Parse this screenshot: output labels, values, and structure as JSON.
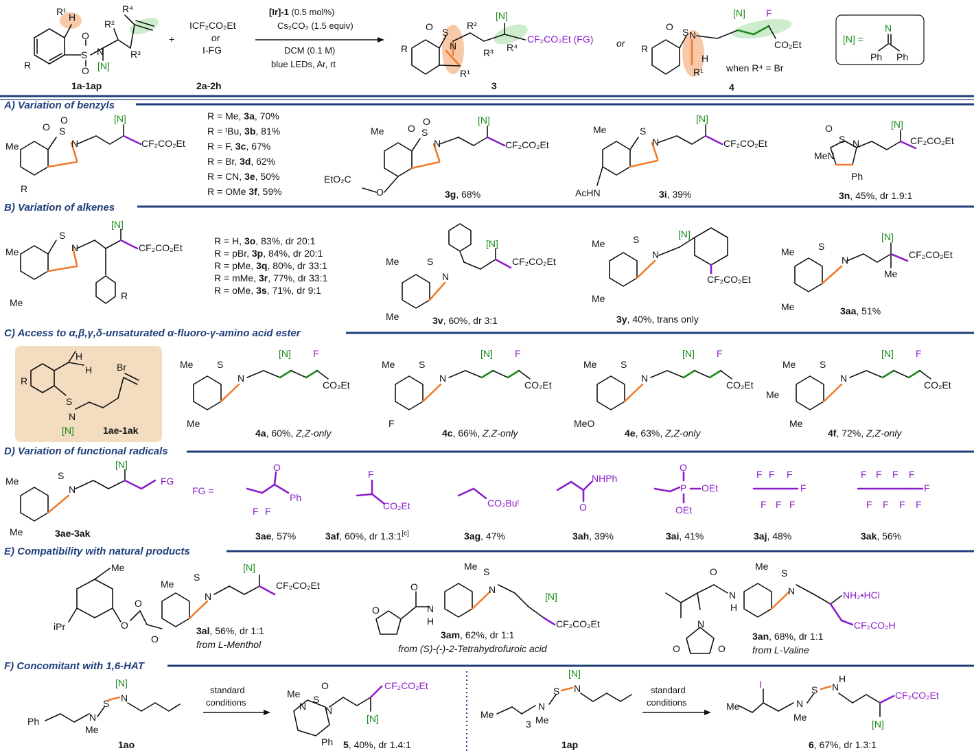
{
  "colors": {
    "header": "#1f3f7a",
    "nitrogen_green": "#1a8a1a",
    "fg_purple": "#8a1ec9",
    "bond_orange": "#f07a2a",
    "box_fill": "#f3dcc0",
    "highlight_green": "#cdeccd",
    "highlight_orange": "#f7c9a9"
  },
  "top": {
    "sm_labels": {
      "r1": "R¹",
      "h": "H",
      "r2": "R²",
      "r4": "R⁴",
      "r3": "R³",
      "r": "R",
      "n": "[N]",
      "s": "S",
      "o1": "O",
      "o2": "O",
      "nn": "N"
    },
    "sm_label": "1a-1ap",
    "reagent": {
      "line1": "ICF₂CO₂Et",
      "or": "or",
      "line2": "I-FG",
      "label": "2a-2h"
    },
    "plus": "+",
    "conditions": {
      "cat": "[Ir]-1",
      "cat_loading": " (0.5 mol%)",
      "base": "Cs₂CO₃ (1.5 equiv)",
      "solvent": "DCM (0.1 M)",
      "light": "blue LEDs, Ar, rt"
    },
    "product3": {
      "label": "3",
      "fg": "CF₂CO₂Et (FG)",
      "n": "[N]",
      "r2": "R²",
      "r3": "R³",
      "r4": "R⁴",
      "r1": "R¹",
      "r": "R"
    },
    "or_text": "or",
    "product4": {
      "label": "4",
      "n": "[N]",
      "f": "F",
      "ester": "CO₂Et",
      "cond": "when R⁴ = Br",
      "h": "H",
      "r1": "R¹",
      "r": "R"
    },
    "legend": {
      "eq": "[N] =",
      "n": "N",
      "ph1": "Ph",
      "ph2": "Ph"
    }
  },
  "sectionA": {
    "title": "A) Variation of benzyls",
    "list": [
      {
        "pre": "R = Me, ",
        "id": "3a",
        "post": ", 70%"
      },
      {
        "pre": "R = ᵗBu, ",
        "id": "3b",
        "post": ", 81%"
      },
      {
        "pre": "R = F, ",
        "id": "3c",
        "post": ", 67%"
      },
      {
        "pre": "R = Br, ",
        "id": "3d",
        "post": ",  62%"
      },
      {
        "pre": "R = CN, ",
        "id": "3e",
        "post": ",  50%"
      },
      {
        "pre": "R = OMe ",
        "id": "3f",
        "post": ", 59%"
      }
    ],
    "compounds": [
      {
        "id": "3g",
        "yield": ", 68%",
        "sub": "EtO₂C"
      },
      {
        "id": "3i",
        "yield": ", 39%",
        "sub": "AcHN"
      },
      {
        "id": "3n",
        "yield": ", 45%, dr 1.9:1",
        "sub": "Ph"
      }
    ],
    "fg": "CF₂CO₂Et",
    "me": "Me",
    "r": "R",
    "n": "[N]",
    "men": "MeN"
  },
  "sectionB": {
    "title": "B) Variation of alkenes",
    "list": [
      {
        "pre": "R = H, ",
        "id": "3o",
        "post": ", 83%, dr 20:1"
      },
      {
        "pre": "R = pBr, ",
        "id": "3p",
        "post": ", 84%, dr 20:1"
      },
      {
        "pre": "R = pMe, ",
        "id": "3q",
        "post": ", 80%, dr 33:1"
      },
      {
        "pre": "R = mMe, ",
        "id": "3r",
        "post": ", 77%, dr 33:1"
      },
      {
        "pre": "R = oMe, ",
        "id": "3s",
        "post": ", 71%, dr 9:1"
      }
    ],
    "compounds": [
      {
        "id": "3v",
        "yield": ", 60%, dr 3:1"
      },
      {
        "id": "3y",
        "yield": ", 40%, trans only"
      },
      {
        "id": "3aa",
        "yield": ", 51%"
      }
    ]
  },
  "sectionC": {
    "title": "C) Access to α,β,γ,δ-unsaturated α-fluoro-γ-amino acid ester",
    "box": {
      "label": "1ae-1ak",
      "br": "Br",
      "h1": "H",
      "h2": "H"
    },
    "compounds": [
      {
        "id": "4a",
        "yield": ", 60%, ",
        "note": "Z,Z-only",
        "sub": "Me"
      },
      {
        "id": "4c",
        "yield": ",  66%, ",
        "note": "Z,Z-only",
        "sub": "F"
      },
      {
        "id": "4e",
        "yield": ", 63%, ",
        "note": "Z,Z-only",
        "sub": "MeO"
      },
      {
        "id": "4f",
        "yield": ", 72%, ",
        "note": " Z,Z-only",
        "sub": "Me"
      }
    ]
  },
  "sectionD": {
    "title": "D) Variation of functional radicals",
    "core_label": "3ae-3ak",
    "fg_eq": "FG =",
    "fg_text": "FG",
    "groups": [
      {
        "id": "3ae",
        "yield": ", 57%",
        "text": "Ph"
      },
      {
        "id": "3af",
        "yield": ", 60%, dr 1.3:1",
        "sup": "[c]",
        "text": "CO₂Et"
      },
      {
        "id": "3ag",
        "yield": ", 47%",
        "text": "CO₂Buᵗ"
      },
      {
        "id": "3ah",
        "yield": ", 39%",
        "text": "NHPh"
      },
      {
        "id": "3ai",
        "yield": ", 41%",
        "text": "P"
      },
      {
        "id": "3aj",
        "yield": ", 48%",
        "text": "F"
      },
      {
        "id": "3ak",
        "yield": ", 56%",
        "text": "F"
      }
    ],
    "oet": "OEt"
  },
  "sectionE": {
    "title": "E) Compatibility with natural products",
    "compounds": [
      {
        "id": "3al",
        "yield": ", 56%, dr 1:1",
        "source": "from L-Menthol"
      },
      {
        "id": "3am",
        "yield": ", 62%, dr 1:1",
        "source": "from (S)-(-)-2-Tetrahydrofuroic acid"
      },
      {
        "id": "3an",
        "yield": ", 68%, dr 1:1",
        "source": "from L-Valine"
      }
    ],
    "nh2": "NH₂•HCl",
    "acid": "CF₂CO₂H",
    "ipr": "iPr",
    "h": "H",
    "n": "N"
  },
  "sectionF": {
    "title": "F) Concomitant with 1,6-HAT",
    "left": {
      "sm": "1ao",
      "product": "5",
      "yield": ", 40%, dr 1.4:1",
      "arrow1": "standard",
      "arrow2": "conditions",
      "ph": "Ph",
      "me": "Me"
    },
    "right": {
      "sm": "1ap",
      "product": "6",
      "yield": ", 67%, dr 1.3:1",
      "arrow1": "standard",
      "arrow2": "conditions",
      "me": "Me",
      "i": "I",
      "three": "3",
      "h": "H"
    }
  }
}
